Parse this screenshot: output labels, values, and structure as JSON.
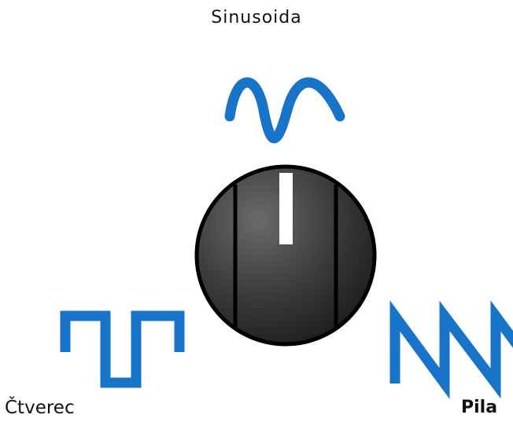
{
  "labels": {
    "sine": "Sinusoida",
    "square": "Čtverec",
    "saw": "Pila"
  },
  "colors": {
    "wave": "#1874C9",
    "knob_dark": "#1c1c1c",
    "knob_light": "#5a5a5a",
    "pointer": "#ffffff",
    "text": "#111111"
  },
  "knob": {
    "selected": "Sinusoida"
  }
}
